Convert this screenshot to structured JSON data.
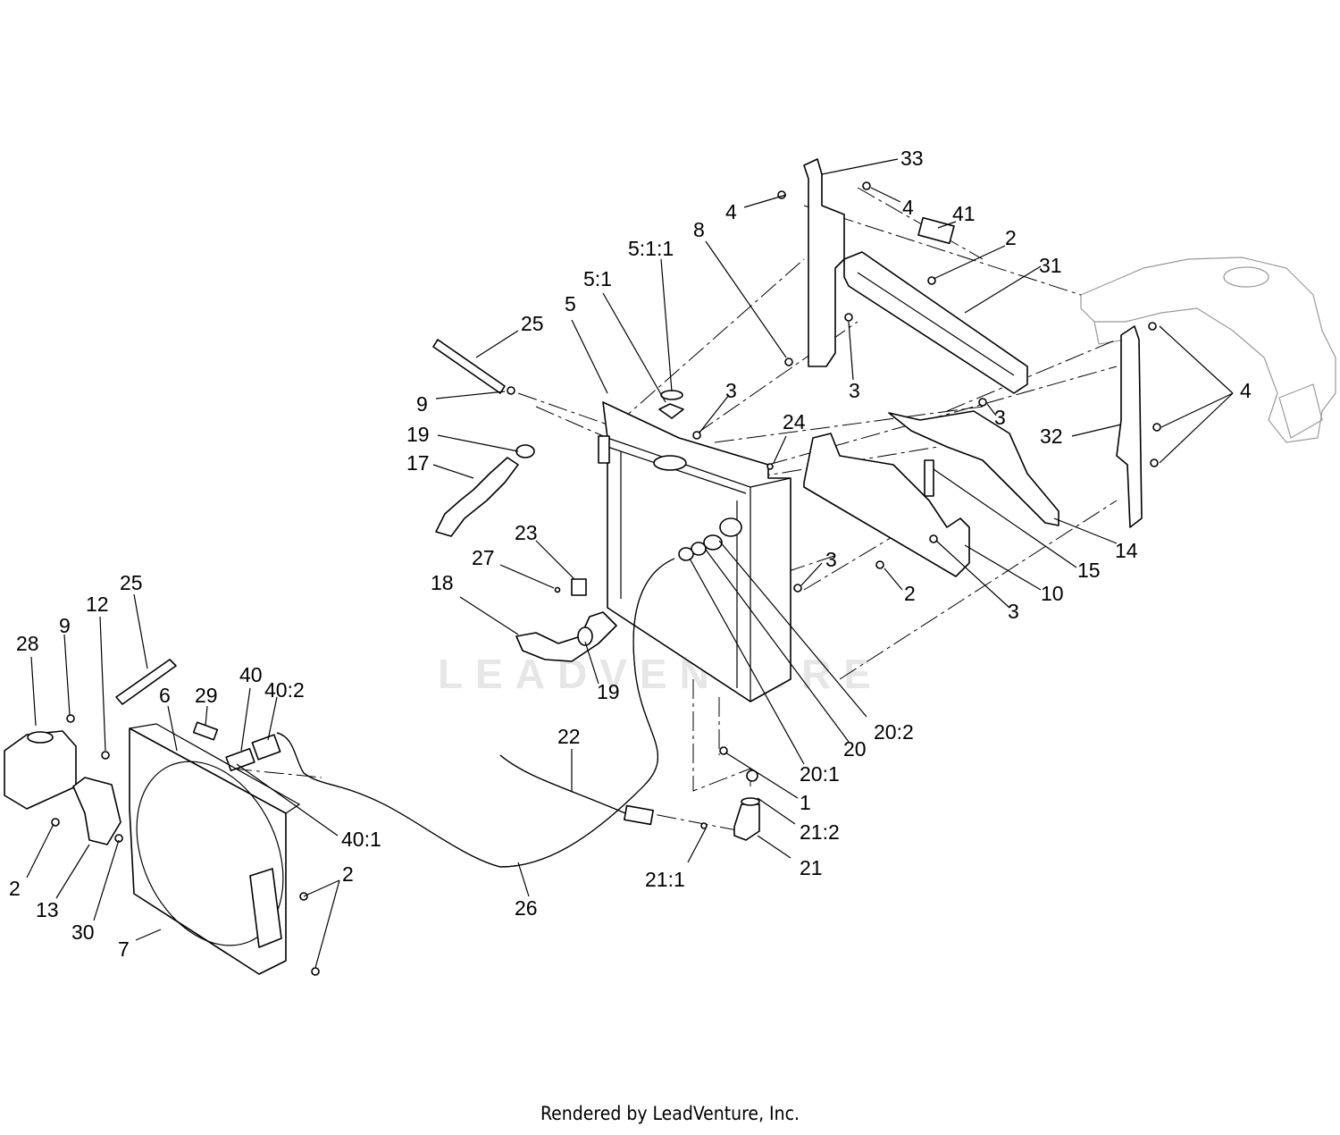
{
  "watermark": "LEADVENTURE",
  "credit": "Rendered by LeadVenture, Inc.",
  "callouts": [
    {
      "id": "c33",
      "text": "33"
    },
    {
      "id": "c4a",
      "text": "4"
    },
    {
      "id": "c4b",
      "text": "4"
    },
    {
      "id": "c41",
      "text": "41"
    },
    {
      "id": "c2a",
      "text": "2"
    },
    {
      "id": "c31",
      "text": "31"
    },
    {
      "id": "c8",
      "text": "8"
    },
    {
      "id": "c511",
      "text": "5:1:1"
    },
    {
      "id": "c51",
      "text": "5:1"
    },
    {
      "id": "c5",
      "text": "5"
    },
    {
      "id": "c25a",
      "text": "25"
    },
    {
      "id": "c9a",
      "text": "9"
    },
    {
      "id": "c3a",
      "text": "3"
    },
    {
      "id": "c3b",
      "text": "3"
    },
    {
      "id": "c3c",
      "text": "3"
    },
    {
      "id": "c4c",
      "text": "4"
    },
    {
      "id": "c32",
      "text": "32"
    },
    {
      "id": "c19a",
      "text": "19"
    },
    {
      "id": "c17",
      "text": "17"
    },
    {
      "id": "c24",
      "text": "24"
    },
    {
      "id": "c14",
      "text": "14"
    },
    {
      "id": "c15",
      "text": "15"
    },
    {
      "id": "c23",
      "text": "23"
    },
    {
      "id": "c27",
      "text": "27"
    },
    {
      "id": "c3d",
      "text": "3"
    },
    {
      "id": "c2b",
      "text": "2"
    },
    {
      "id": "c10",
      "text": "10"
    },
    {
      "id": "c3e",
      "text": "3"
    },
    {
      "id": "c18",
      "text": "18"
    },
    {
      "id": "c19b",
      "text": "19"
    },
    {
      "id": "c25b",
      "text": "25"
    },
    {
      "id": "c12",
      "text": "12"
    },
    {
      "id": "c9b",
      "text": "9"
    },
    {
      "id": "c28",
      "text": "28"
    },
    {
      "id": "c40",
      "text": "40"
    },
    {
      "id": "c402",
      "text": "40:2"
    },
    {
      "id": "c6",
      "text": "6"
    },
    {
      "id": "c29",
      "text": "29"
    },
    {
      "id": "c22",
      "text": "22"
    },
    {
      "id": "c202",
      "text": "20:2"
    },
    {
      "id": "c20",
      "text": "20"
    },
    {
      "id": "c201",
      "text": "20:1"
    },
    {
      "id": "c1",
      "text": "1"
    },
    {
      "id": "c401",
      "text": "40:1"
    },
    {
      "id": "c212",
      "text": "21:2"
    },
    {
      "id": "c21",
      "text": "21"
    },
    {
      "id": "c211",
      "text": "21:1"
    },
    {
      "id": "c2c",
      "text": "2"
    },
    {
      "id": "c2d",
      "text": "2"
    },
    {
      "id": "c13",
      "text": "13"
    },
    {
      "id": "c30",
      "text": "30"
    },
    {
      "id": "c7",
      "text": "7"
    },
    {
      "id": "c26",
      "text": "26"
    }
  ]
}
